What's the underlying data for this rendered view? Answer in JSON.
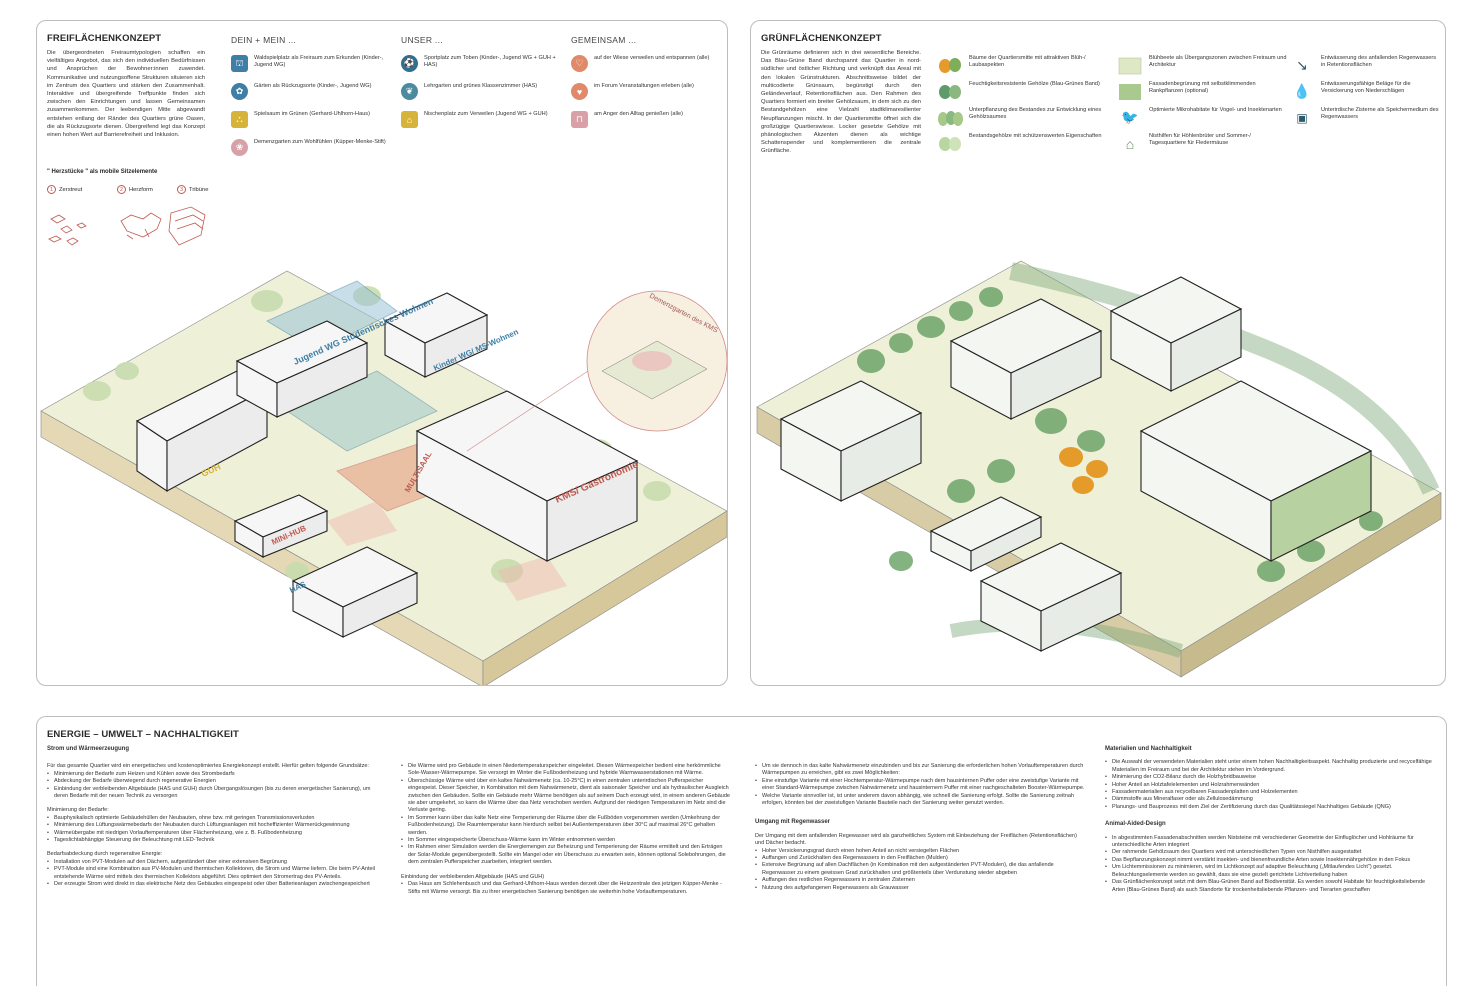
{
  "freiflaechen": {
    "title": "FREIFLÄCHENKONZEPT",
    "intro": "Die übergeordneten Freiraumtypologien schaffen ein vielfältiges Angebot, das sich den individuellen Bedürfnissen und Ansprüchen der Bewohner:innen zuwendet. Kommunikative und nutzungsoffene Strukturen situieren sich im Zentrum des Quartiers und stärken den Zusammenhalt. Interaktive und übergreifende Treffpunkte finden sich zwischen den Einrichtungen und lassen Gemeinsamen zusammenkommen. Der leebendigen Mitte abgewandt entstehen entlang der Ränder des Quartiers grüne Oasen, die als Rückzugsorte dienen. Übergreifend legt das Konzept einen hohen Wert auf Barrierefreiheit und Inklusion.",
    "herz_heading": "\" Herzstücke \" als mobile Sitzelemente",
    "herz_items": [
      {
        "num": "1",
        "label": "Zerstreut"
      },
      {
        "num": "2",
        "label": "Herzform"
      },
      {
        "num": "3",
        "label": "Tribüne"
      }
    ],
    "columns": [
      {
        "head": "DEIN + MEIN ...",
        "items": [
          {
            "icon": "playground-icon",
            "color": "#3f7fa6",
            "label": "Waldspielplatz als Freiraum zum Erkunden (Kinder-, Jugend WG)"
          },
          {
            "icon": "garden-flower-icon",
            "color": "#3f7fa6",
            "label": "Gärten als Rückzugsorte (Kinder-, Jugend WG)"
          },
          {
            "icon": "sandbox-icon",
            "color": "#d6b33a",
            "label": "Spielsaum im Grünen (Gerhard-Uhlhorn-Haus)"
          },
          {
            "icon": "dementia-garden-icon",
            "color": "#d9a0a7",
            "label": "Demenzgarten zum Wohlfühlen (Küpper-Menke-Stift)"
          }
        ]
      },
      {
        "head": "UNSER ...",
        "items": [
          {
            "icon": "sports-ball-icon",
            "color": "#2f6f8f",
            "label": "Sportplatz zum Toben (Kinder-, Jugend WG + GUH + HAS)"
          },
          {
            "icon": "teaching-garden-icon",
            "color": "#4c8aa0",
            "label": "Lehrgarten und grünes Klassenzimmer (HAS)"
          },
          {
            "icon": "bench-niche-icon",
            "color": "#d6b33a",
            "label": "Nischenplatz zum Verweilen (Jugend WG + GUH)"
          }
        ]
      },
      {
        "head": "GEMEINSAM ...",
        "items": [
          {
            "icon": "heart-icon",
            "color": "#e08a6a",
            "label": "auf der Wiese verweilen und entspannen (alle)"
          },
          {
            "icon": "heart-icon",
            "color": "#e08a6a",
            "label": "im Forum Veranstaltungen erleben (alle)"
          },
          {
            "icon": "picnic-table-icon",
            "color": "#d9a0a7",
            "label": "am Anger den Alltag genießen (alle)"
          }
        ]
      }
    ],
    "map_labels": {
      "jugend_wg": "Jugend WG Studentisches Wohnen",
      "kinder_wg": "Kinder WG/ MS-Wohnen",
      "kms": "KMS/ Gastronomie",
      "guh": "GUH",
      "minihub": "MINI-HUB",
      "has": "HAS",
      "multisaal": "MULTISAAL",
      "demenz": "Demenzgarten des KMS"
    }
  },
  "gruen": {
    "title": "GRÜNFLÄCHENKONZEPT",
    "intro": "Die Grünräume definieren sich in drei wesentliche Bereiche. Das Blau-Grüne Band durchspannt das Quartier in nord-südlicher und östlicher Richtung und verknüpft das Areal mit den lokalen Grünstrukturen. Abschnittsweise bildet der multicodierte Grünsaum, begünstigt durch den Geländeverlauf, Retentionsflächen aus. Den Rahmen des Quartiers formiert ein breiter Gehölzsaum, in dem sich zu den Bestandgehölzen eine Vielzahl stadtklimaresilienter Neupflanzungen mischt. In der Quartiersmitte öffnet sich die großzügige Quartierswiese. Locker gesetzte Gehölze mit phänologischen Akzenten dienen als wichtige Schattenspender und komplementieren die zentrale Grünfläche.",
    "legend_col1": [
      {
        "icon": "feature-trees-icon",
        "label": "Bäume der Quartiersmitte mit attraktiven Blüh-/ Laubaspekten"
      },
      {
        "icon": "wet-trees-icon",
        "label": "Feuchtigkeitsresistente Gehölze (Blau-Grünes Band)"
      },
      {
        "icon": "underplanting-icon",
        "label": "Unterpflanzung des Bestandes zur Entwicklung eines Gehölzsaumes"
      },
      {
        "icon": "existing-trees-icon",
        "label": "Bestandsgehölze mit schützenswerten Eigenschaften"
      }
    ],
    "legend_col2": [
      {
        "icon": "flower-bed-icon",
        "label": "Blühbeete als Übergangszonen zwischen Freiraum und Architektur"
      },
      {
        "icon": "facade-green-icon",
        "label": "Fassadenbegrünung mit selbstklimmenden Rankpflanzen (optional)"
      },
      {
        "icon": "bird-habitat-icon",
        "label": "Optimierte Mikrohabitate für Vogel- und Insektenarten"
      },
      {
        "icon": "bat-box-icon",
        "label": "Nisthilfen für Höhlenbrüter und Sommer-/ Tagesquartiere für Fledermäuse"
      }
    ],
    "legend_col3": [
      {
        "icon": "drainage-arrow-icon",
        "label": "Entwässerung des anfallenden Regenwassers in Retentionsflächen"
      },
      {
        "icon": "water-drop-icon",
        "label": "Entwässerungsfähige Beläge für die Versickerung von Niederschlägen"
      },
      {
        "icon": "cistern-icon",
        "label": "Unterirdische Zisterne als Speichermedium des Regenwassers"
      }
    ]
  },
  "energie": {
    "title": "ENERGIE – UMWELT – NACHHALTIGKEIT",
    "col1": {
      "sub": "Strom und Wärmeerzeugung",
      "p1": "Für das gesamte Quartier wird ein energetisches und kostenoptimiertes Energiekonzept erstellt. Hierfür gelten folgende Grundsätze:",
      "l1": [
        "Minimierung der Bedarfe zum Heizen und Kühlen sowie des Strombedarfs",
        "Abdeckung der Bedarfe überwiegend durch regenerative Energien",
        "Einbindung der verbleibenden Altgebäude (HAS und GUH) durch Übergangslösungen (bis zu deren energetischer Sanierung), um deren Bedarfe mit der neuen Technik zu versorgen"
      ],
      "p2": "Minimierung der Bedarfe:",
      "l2": [
        "Bauphysikalisch optimierte Gebäudehüllen der Neubauten, ohne bzw. mit geringen Transmissionsverlusten",
        "Minimierung des Lüftungswärmebedarfs der Neubauten durch Lüftungsanlagen mit hocheffizienter Wärmerückgewinnung",
        "Wärmeübergabe mit niedrigen Vorlauftemperaturen über Flächenheizung, wie z. B. Fußbodenheizung",
        "Tageslichtabhängige Steuerung der Beleuchtung mit LED-Technik"
      ],
      "p3": "Bedarfsabdeckung durch regenerative Energie:",
      "l3": [
        "Installation von PVT-Modulen auf den Dächern, aufgeständert über einer extensiven Begrünung",
        "PVT-Module sind eine Kombination aus PV-Modulen und thermischen Kollektoren, die Strom und Wärme liefern. Die beim PV-Anteil entstehende Wärme wird mittels des thermischen Kollektors abgeführt. Dies optimiert den Stromertrag des PV-Anteils.",
        "Der erzeugte Strom wird direkt in das elektrische Netz des Gebäudes eingespeist oder über Batterieanlagen zwischengespeichert"
      ]
    },
    "col2": {
      "l1": [
        "Die Wärme wird pro Gebäude in einen Niedertemperaturspeicher eingeleitet. Diesen Wärmespeicher bedient eine herkömmliche Sole-Wasser-Wärmepumpe. Sie versorgt im Winter die Fußbodenheizung und hybride Warmwasserstationen mit Wärme.",
        "Überschüssige Wärme wird über ein kaltes Nahwärmenetz (ca. 10-25°C) in einen zentralen unterirdischen Pufferspeicher eingespeist. Dieser Speicher, in Kombination mit dem Nahwärmenetz, dient als saisonaler Speicher und als hydraulischer Ausgleich zwischen den Gebäuden. Sollte ein Gebäude mehr Wärme benötigen als auf seinem Dach erzeugt wird, in einem anderen Gebäude sie aber umgekehrt, so kann die Wärme über das Netz verschoben werden. Aufgrund der niedrigen Temperaturen im Netz sind die Verluste gering.",
        "Im Sommer kann über das kalte Netz eine Temperierung der Räume über die Fußböden vorgenommen werden (Umkehrung der Fußbodenheizung). Die Raumtemperatur kann hierdurch selbst bei Außentemperaturen über 30°C auf maximal 26°C gehalten werden.",
        "Im Sommer eingespeicherte Überschuss-Wärme kann im Winter entnommen werden",
        "Im Rahmen einer Simulation werden die Energiemengen zur Beheizung und Temperierung der Räume ermittelt und den Erträgen der Solar-Module gegenübergestellt. Sollte ein Mangel oder ein Überschuss zu erwarten sein, können optional Solebohrungen, die dem zentralen Pufferspeicher zuarbeiten, integriert werden."
      ],
      "p2": "Einbindung der verbleibenden Altgebäude (HAS und GUH)",
      "l2": [
        "Das Haus am Schlehenbusch und das Gerhard-Uhlhorn-Haus werden derzeit über die Heizzentrale des jetzigen Küpper-Menke - Stifts mit Wärme versorgt. Bis zu ihrer energetischen Sanierung benötigen sie weiterhin hohe Vorlauftemperaturen."
      ]
    },
    "col3": {
      "l1": [
        "Um sie dennoch in das kalte Nahwärmenetz einzubinden und bis zur Sanierung die erforderlichen hohen Vorlauftemperaturen durch Wärmepumpen zu erreichen, gibt es zwei Möglichkeiten:",
        "Eine einstufige Variante mit einer Hochtemperatur-Wärmepumpe nach dem hausinternen Puffer oder eine zweistufige Variante mit einer Standard-Wärmepumpe zwischen Nahwärmenetz und hausinternem Puffer mit einer nachgeschalteten Booster-Wärmepumpe.",
        "Welche Variante sinnvoller ist, ist unter anderem davon abhängig, wie schnell die Sanierung erfolgt. Sollte die Sanierung zeitnah erfolgen, könnten bei der zweistufigen Variante Bauteile nach der Sanierung weiter genutzt werden."
      ],
      "sub": "Umgang mit Regenwasser",
      "p2": "Der Umgang mit dem anfallenden Regewasser wird als ganzheitliches System mit Einbeziehung der Freiflächen (Retentionsflächen) und Dächer bedacht.",
      "l2": [
        "Hoher Versickerungsgrad durch einen hohen Anteil an nicht versiegelten Flächen",
        "Auffangen und Zurückhalten des Regenwassers in den Freiflächen (Mulden)",
        "Extensive Begrünung auf allen Dachflächen (in Kombination mit den aufgeständerten PVT-Modulen), die das anfallende Regenwasser zu einem gewissen Grad zurückhalten und größtenteils über Verdunstung wieder abgeben",
        "Auffangen des restlichen Regenwassers in zentralen Zisternen",
        "Nutzung des aufgefangenen Regenwassers als Grauwasser"
      ]
    },
    "col4": {
      "sub": "Materialien und Nachhaltigkeit",
      "l1": [
        "Die Auswahl der verwendeten Materialien steht unter einem hohen Nachhaltigkeitsaspekt. Nachhaltig produzierte und recycelfähige Materialien im Freiraum und bei der Architektur stehen im Vordergrund.",
        "Minimierung der CO2-Bilanz durch die Holzhybridbauweise",
        "Hoher Anteil an Holztafelelementen und Holzrahmenwänden",
        "Fassadenmaterialien aus recycelbaren Fassadenplatten und Holzelementen",
        "Dämmstoffe aus Mineralfaser oder als Zellulosedämmung",
        "Planungs- und Bauprozess mit dem Ziel der Zertifizierung durch das Qualitätssiegel Nachhaltiges Gebäude (QNG)"
      ],
      "sub2": "Animal-Aided-Design",
      "l2": [
        "In abgestimmten Fassadenabschnitten werden Niststeine mit verschiedener Geometrie der Einfluglöcher und Hohlräume für unterschiedliche Arten integriert",
        "Der rahmende Gehölzsaum des Quartiers wird mit unterschiedlichen Typen von Nisthilfen ausgestattet",
        "Das Bepflanzungskonzept nimmt verstärkt insekten- und bienenfreundliche Arten sowie Insektennährgehölze in den Fokus",
        "Um Lichtemmissionen zu minimieren, wird im Lichtkonzept auf adaptive Beleuchtung („Mitlaufendes Licht\") gesetzt. Beleuchtungselemente werden so gewählt, dass sie eine gezielt gerichtete Lichtverteilung haben",
        "Das Grünflächenkonzept setzt mit dem Blau-Grünen Band auf Biodiversität. Es werden sowohl Habitate für feuchtigkeitsliebende Arten (Blau-Grünes Band) als auch Standorte für trockenheitsliebende Pflanzen- und Tierarten geschaffen"
      ]
    }
  }
}
